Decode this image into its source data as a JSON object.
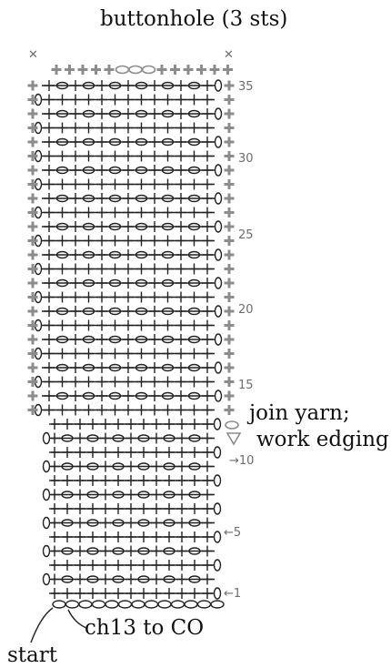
{
  "diagram": {
    "labels": {
      "buttonhole": "buttonhole (3 sts)",
      "join": "join yarn;",
      "edging": "work edging",
      "chain": "ch13 to CO",
      "start": "start"
    },
    "body_rows": 13,
    "edging_rows": 24,
    "stitches_per_row": 13,
    "row_numbers_right": [
      "35",
      "30",
      "25",
      "20",
      "15"
    ],
    "row_numbers_arrow": [
      "→10",
      "←5",
      "←1"
    ],
    "edge_marks": [
      "✕",
      "✕"
    ],
    "colors": {
      "body": "#222222",
      "edging": "#8c8c8c",
      "text": "#111111"
    }
  }
}
